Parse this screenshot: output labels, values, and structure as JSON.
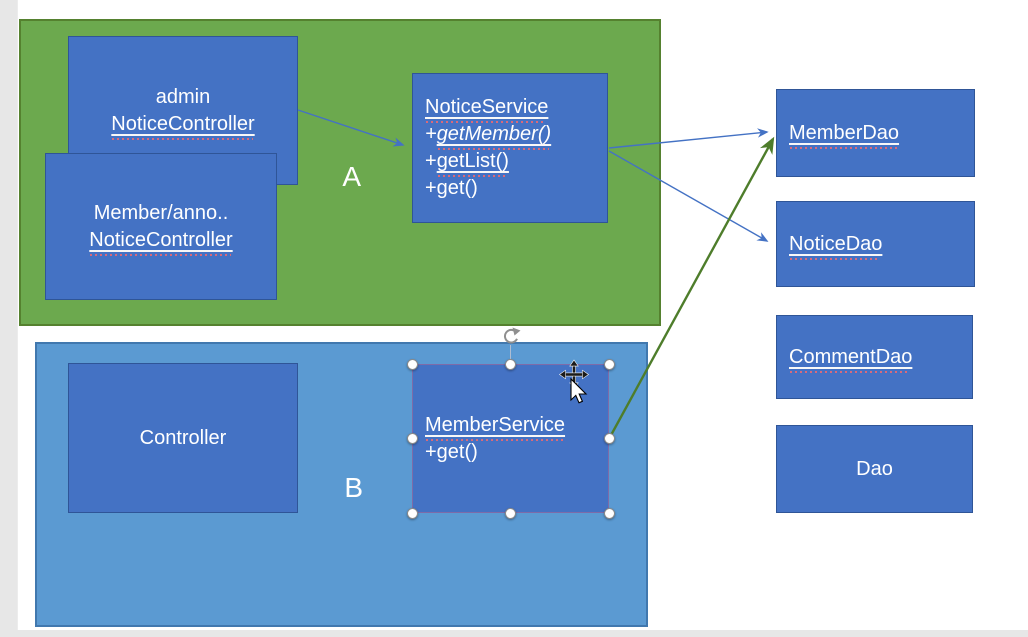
{
  "app": {
    "background": "#e7e7e7",
    "slide_background": "#ffffff"
  },
  "groups": {
    "a": {
      "label": "A",
      "fill": "#6ca94e",
      "border": "#55812f"
    },
    "b": {
      "label": "B",
      "fill": "#5b9ad2",
      "border": "#4178ae"
    }
  },
  "nodes": {
    "admin_controller": {
      "line1": "admin",
      "line2": "NoticeController"
    },
    "member_controller": {
      "line1": "Member/anno..",
      "line2": "NoticeController"
    },
    "notice_service": {
      "title": "NoticeService",
      "m1_prefix": "+",
      "m1_name": "getMember()",
      "m2_prefix": "+",
      "m2_name": "getList()",
      "m3": "+get()"
    },
    "controller": {
      "label": "Controller"
    },
    "member_service": {
      "title": "MemberService",
      "m1": "+get()"
    },
    "member_dao": {
      "label": "MemberDao"
    },
    "notice_dao": {
      "label": "NoticeDao"
    },
    "comment_dao": {
      "label": "CommentDao"
    },
    "dao": {
      "label": "Dao"
    }
  },
  "colors": {
    "node_fill": "#4472c4",
    "node_border": "#2f5597",
    "arrow_blue": "#4472c4",
    "arrow_green": "#4e7d2b",
    "selection_outline": "#7e6ba8",
    "text": "#ffffff",
    "spellcheck_red": "#d96a7a"
  }
}
